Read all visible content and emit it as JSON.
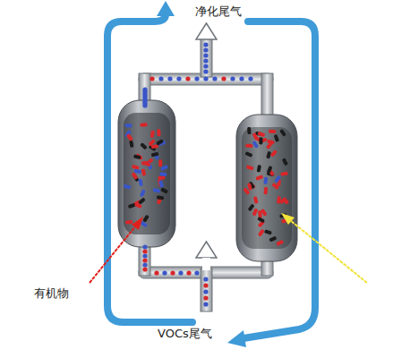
{
  "diagram": {
    "labels": [
      "净化尾气",
      "有机物",
      "VOCs尾气"
    ]
  }
}
